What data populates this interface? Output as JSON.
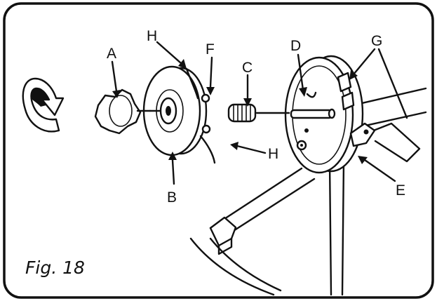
{
  "figure": {
    "caption": "Fig. 18",
    "labels": {
      "a": "A",
      "b": "B",
      "c": "C",
      "d": "D",
      "e": "E",
      "f": "F",
      "g": "G",
      "h_top": "H",
      "h_bottom": "H"
    },
    "colors": {
      "ink": "#111111",
      "background": "#ffffff"
    },
    "icons": {
      "rotation": "counterclockwise-arrow-icon"
    }
  }
}
